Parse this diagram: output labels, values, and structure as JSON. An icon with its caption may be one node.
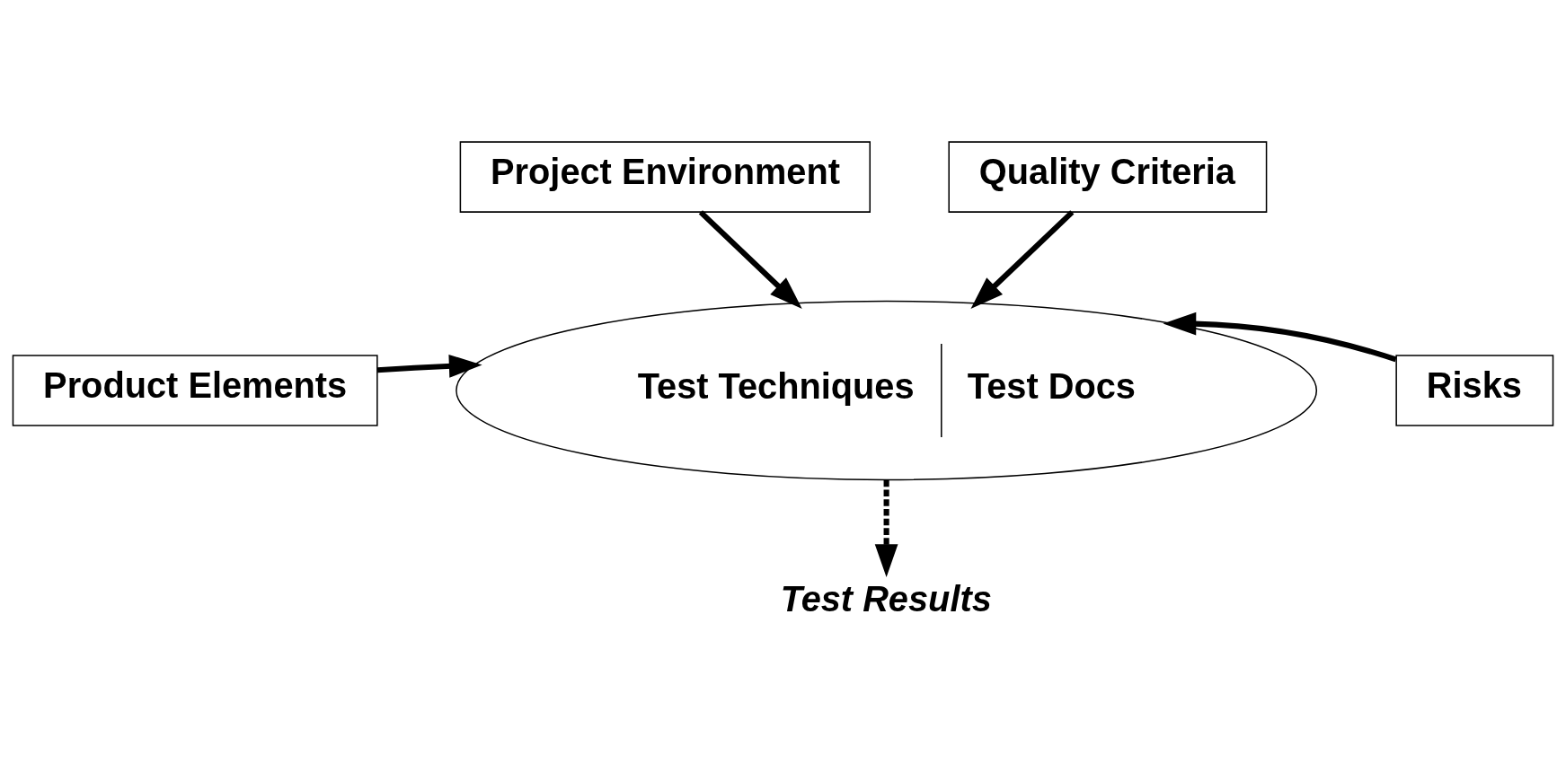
{
  "diagram": {
    "nodes": [
      {
        "text": [
          "Project Environment"
        ]
      },
      {
        "text": [
          "Quality Criteria"
        ]
      },
      {
        "text": [
          "Test Techniques",
          "Test Docs"
        ]
      },
      {
        "text": [
          "Product Elements"
        ]
      },
      {
        "text": [
          "Risks"
        ]
      },
      {
        "text": [
          "Test Results"
        ]
      }
    ],
    "edges": [
      {
        "from": 0,
        "to": 2,
        "arrow": "to"
      },
      {
        "from": 1,
        "to": 2,
        "arrow": "to"
      },
      {
        "from": 3,
        "to": 2,
        "arrow": "to"
      },
      {
        "from": 4,
        "to": 2,
        "arrow": "to"
      },
      {
        "from": 2,
        "to": 5,
        "arrow": "to",
        "style": "dashed"
      }
    ]
  }
}
